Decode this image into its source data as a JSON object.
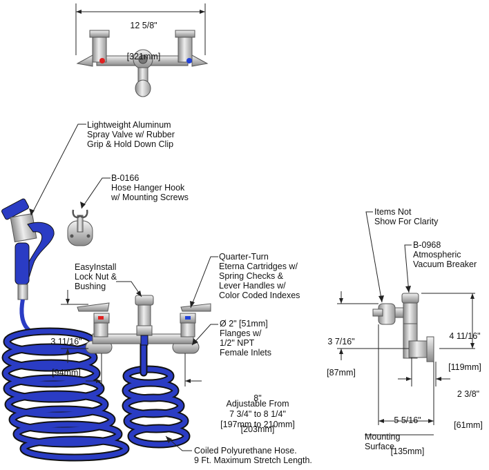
{
  "dimensions": {
    "top_width_in": "12 5/8\"",
    "top_width_mm": "[321mm]",
    "height_left_in": "3 11/16\"",
    "height_left_mm": "[94mm]",
    "center_in": "8\"",
    "center_mm": "[203mm]",
    "adjustable": "Adjustable From\n7 3/4\" to 8 1/4\"\n[197mm to 210mm]",
    "side_height_in": "3 7/16\"",
    "side_height_mm": "[87mm]",
    "side_top_in": "4 11/16\"",
    "side_top_mm": "[119mm]",
    "side_offset_in": "2 3/8\"",
    "side_offset_mm": "[61mm]",
    "side_depth_in": "5 5/16\"",
    "side_depth_mm": "[135mm]"
  },
  "callouts": {
    "spray_valve": "Lightweight Aluminum\nSpray Valve w/ Rubber\nGrip & Hold Down Clip",
    "hanger_hook": "B-0166\nHose Hanger Hook\nw/ Mounting Screws",
    "cartridges": "Quarter-Turn\nEterna Cartridges w/\nSpring Checks &\nLever Handles w/\nColor Coded Indexes",
    "lock_nut": "EasyInstall\nLock Nut &\nBushing",
    "flanges": "Ø 2\" [51mm]\nFlanges w/\n1/2\" NPT\nFemale Inlets",
    "hose": "Coiled Polyurethane Hose.\n9 Ft. Maximum Stretch Length.",
    "items_not_shown": "Items Not\nShow For Clarity",
    "vacuum_breaker": "B-0968\nAtmospheric\nVacuum Breaker",
    "mounting_surface": "Mounting\nSurface"
  },
  "colors": {
    "hose": "#2a3cc4",
    "hot_index": "#e02020",
    "cold_index": "#2040d8",
    "metal": "#c8c8c8"
  }
}
